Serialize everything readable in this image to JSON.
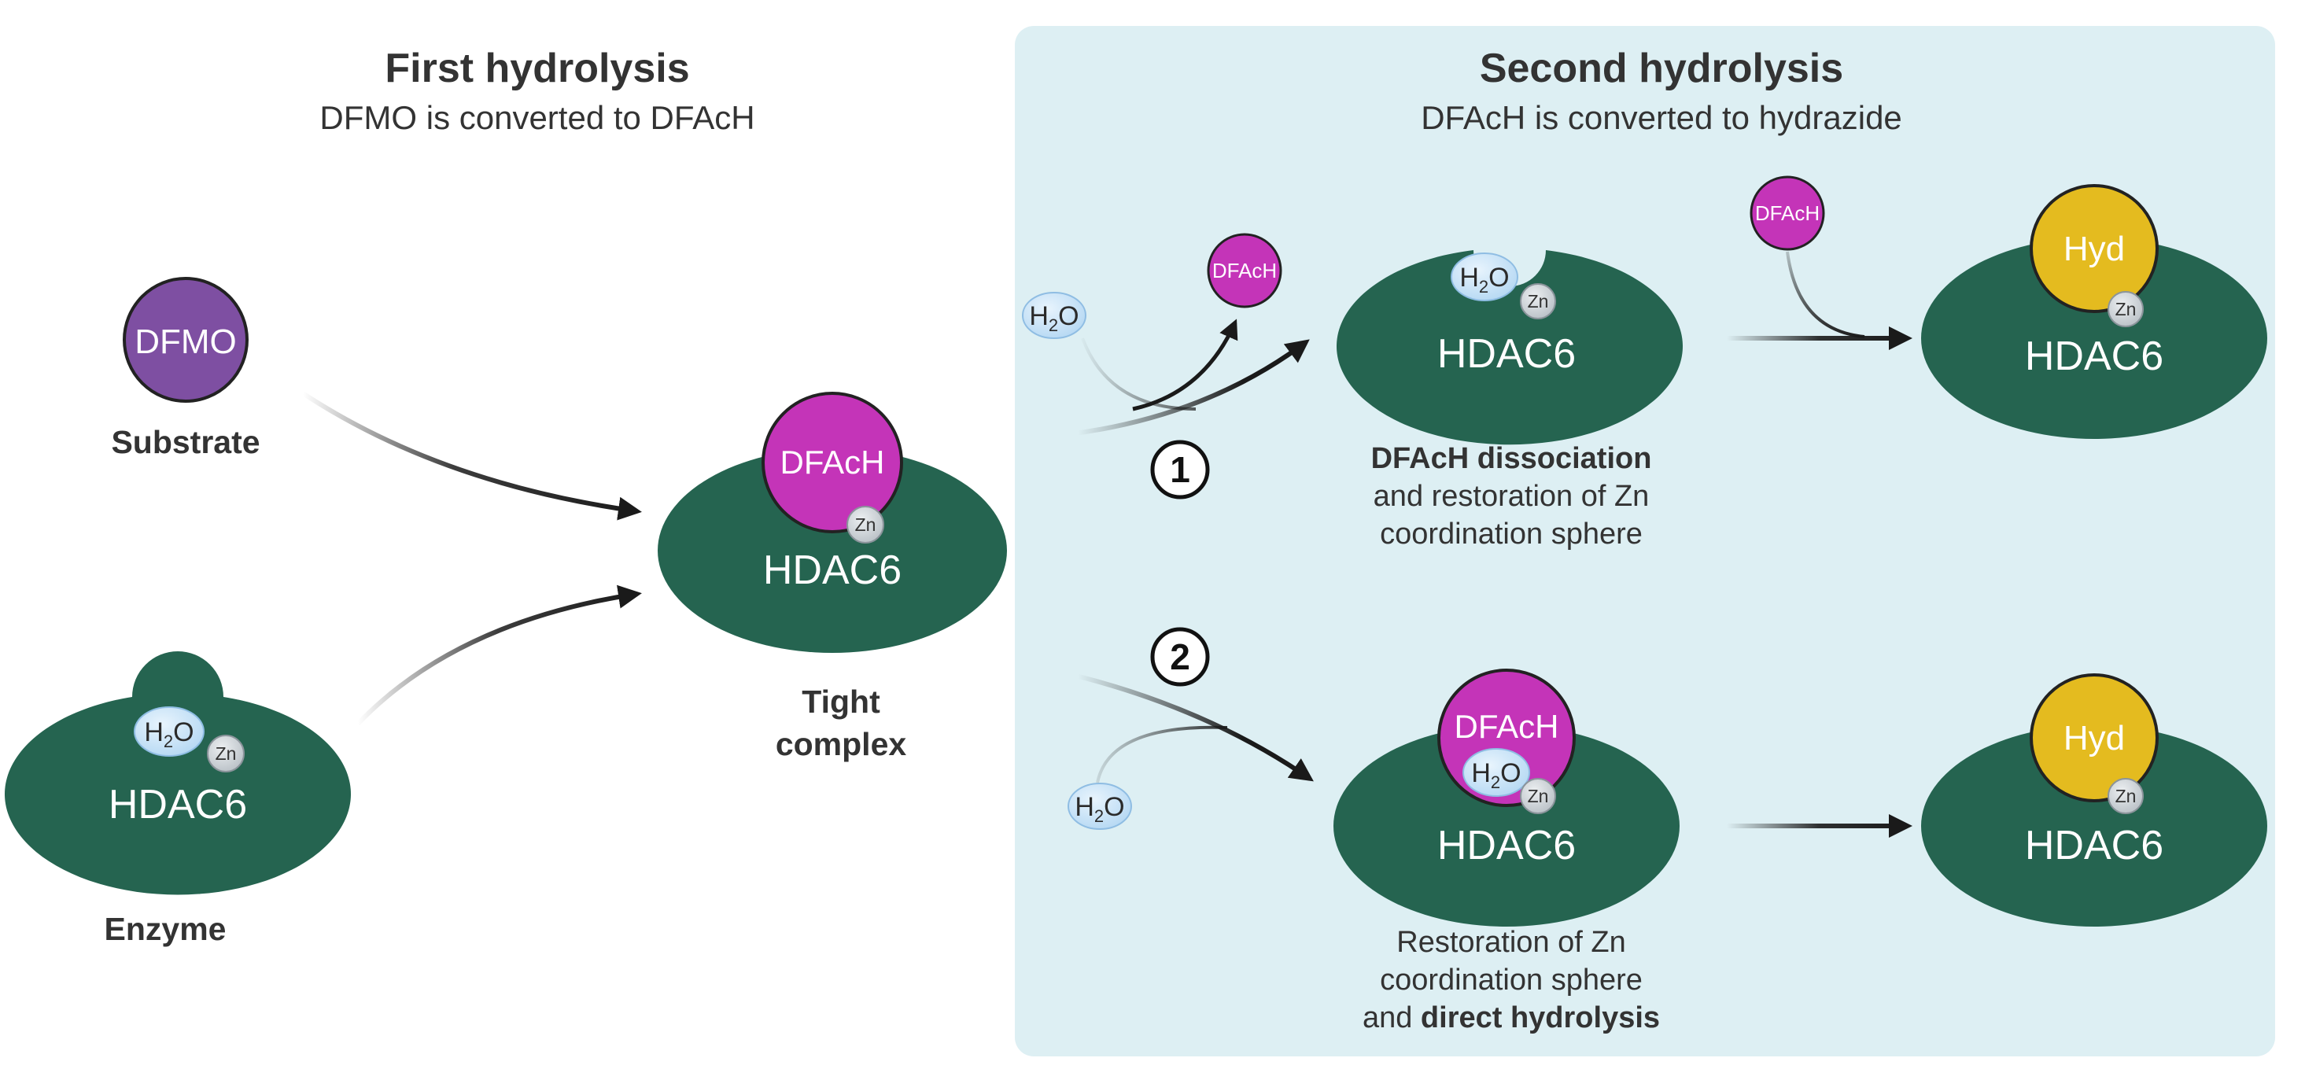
{
  "colors": {
    "enzyme": "#256450",
    "panel": "#ddeff3",
    "dfmo": "#7e4fa2",
    "dfach": "#c434b8",
    "hydrazide": "#e4bb1f",
    "zinc": "#c9cfd4",
    "water": "#c9e3f7",
    "arrow": "#1a1a1a"
  },
  "first_hydrolysis": {
    "title": "First hydrolysis",
    "subtitle": "DFMO is converted to DFAcH",
    "substrate_molecule": "DFMO",
    "substrate_label": "Substrate",
    "enzyme_name": "HDAC6",
    "enzyme_label": "Enzyme",
    "water": {
      "main": "H",
      "sub": "2",
      "end": "O"
    },
    "zinc": "Zn",
    "complex_molecule": "DFAcH",
    "complex_enzyme": "HDAC6",
    "complex_label_line1": "Tight",
    "complex_label_line2": "complex"
  },
  "second_hydrolysis": {
    "title": "Second hydrolysis",
    "subtitle": "DFAcH is converted to hydrazide",
    "path1": {
      "number": "1",
      "released_molecule": "DFAcH",
      "enzyme_name": "HDAC6",
      "incoming_molecule": "DFAcH",
      "product": "Hyd",
      "product_enzyme": "HDAC6",
      "caption_bold": "DFAcH dissociation",
      "caption_line2": "and restoration of Zn",
      "caption_line3": "coordination sphere"
    },
    "path2": {
      "number": "2",
      "bound_molecule": "DFAcH",
      "enzyme_name": "HDAC6",
      "product": "Hyd",
      "product_enzyme": "HDAC6",
      "caption_line1": "Restoration of Zn",
      "caption_line2": "coordination sphere",
      "caption_line3_prefix": "and ",
      "caption_line3_bold": "direct hydrolysis"
    }
  }
}
